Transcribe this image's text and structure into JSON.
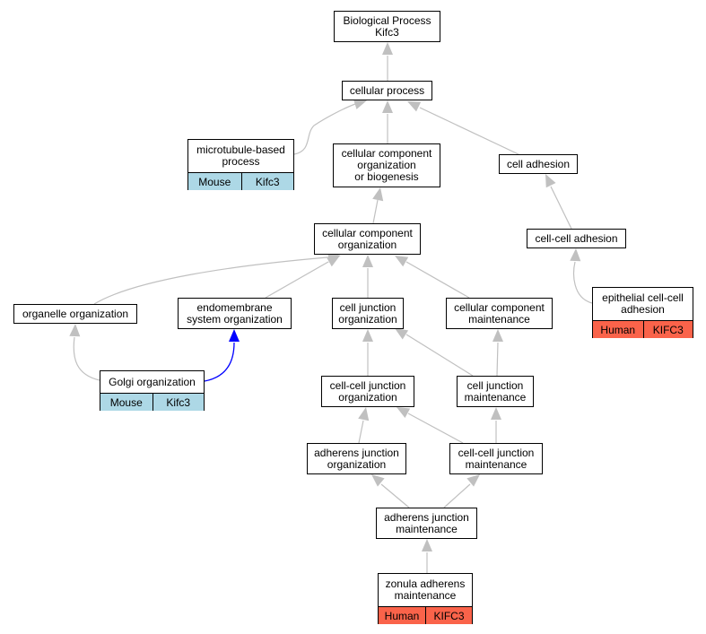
{
  "colors": {
    "edge_default": "#c0c0c0",
    "edge_highlight": "#0000ff",
    "mouse_tag": "#add8e6",
    "human_tag": "#fa634a"
  },
  "nodes": {
    "root": {
      "label": "Biological Process\nKifc3"
    },
    "cellular_process": {
      "label": "cellular process"
    },
    "microtubule": {
      "label": "microtubule-based\nprocess",
      "species": "Mouse",
      "gene": "Kifc3"
    },
    "ccob": {
      "label": "cellular component\norganization\nor biogenesis"
    },
    "cell_adhesion": {
      "label": "cell adhesion"
    },
    "cco": {
      "label": "cellular component\norganization"
    },
    "cell_cell_adhesion": {
      "label": "cell-cell adhesion"
    },
    "organelle": {
      "label": "organelle organization"
    },
    "endomembrane": {
      "label": "endomembrane\nsystem organization"
    },
    "cjo": {
      "label": "cell junction\norganization"
    },
    "ccm": {
      "label": "cellular component\nmaintenance"
    },
    "epithelial": {
      "label": "epithelial cell-cell\nadhesion",
      "species": "Human",
      "gene": "KIFC3"
    },
    "golgi": {
      "label": "Golgi organization",
      "species": "Mouse",
      "gene": "Kifc3"
    },
    "ccjo": {
      "label": "cell-cell junction\norganization"
    },
    "cjm": {
      "label": "cell junction\nmaintenance"
    },
    "ajo": {
      "label": "adherens junction\norganization"
    },
    "ccjm": {
      "label": "cell-cell junction\nmaintenance"
    },
    "ajm": {
      "label": "adherens junction\nmaintenance"
    },
    "zonula": {
      "label": "zonula adherens\nmaintenance",
      "species": "Human",
      "gene": "KIFC3"
    }
  }
}
